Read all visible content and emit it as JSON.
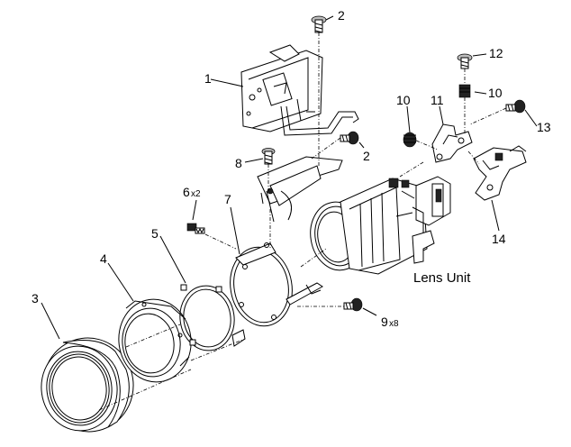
{
  "labels": {
    "p1": "1",
    "p2a": "2",
    "p2b": "2",
    "p3": "3",
    "p4": "4",
    "p5": "5",
    "p6": "6",
    "p6qty": "x2",
    "p7": "7",
    "p8": "8",
    "p9": "9",
    "p9qty": "x8",
    "p10a": "10",
    "p10b": "10",
    "p11": "11",
    "p12": "12",
    "p13": "13",
    "p14": "14",
    "lens_unit": "Lens Unit"
  }
}
